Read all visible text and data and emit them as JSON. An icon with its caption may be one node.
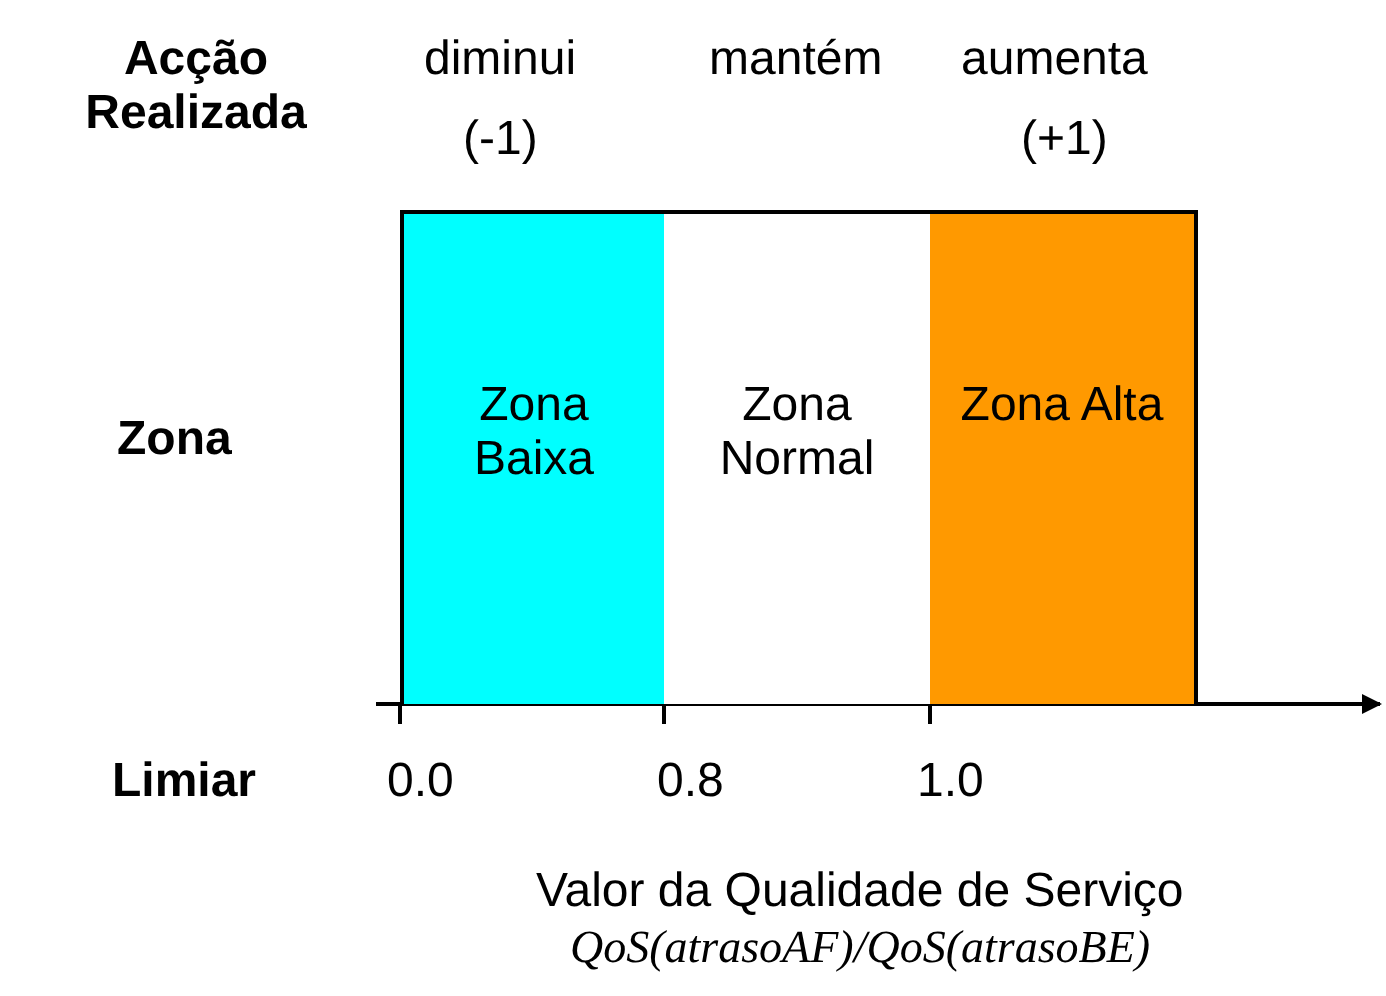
{
  "diagram": {
    "nodes": [
      {
        "text": [
          "Zona Baixa"
        ]
      },
      {
        "text": [
          "Zona Normal"
        ]
      },
      {
        "text": [
          "Zona Alta"
        ]
      }
    ],
    "labels": [
      "Acção Realizada",
      "diminui",
      "mantém",
      "aumenta",
      "(-1)",
      "(+1)",
      "Zona",
      "Limiar",
      "0.0",
      "0.8",
      "1.0",
      "Valor da Qualidade de Serviço",
      "QoS(atrasoAF)/QoS(atrasoBE)"
    ]
  }
}
